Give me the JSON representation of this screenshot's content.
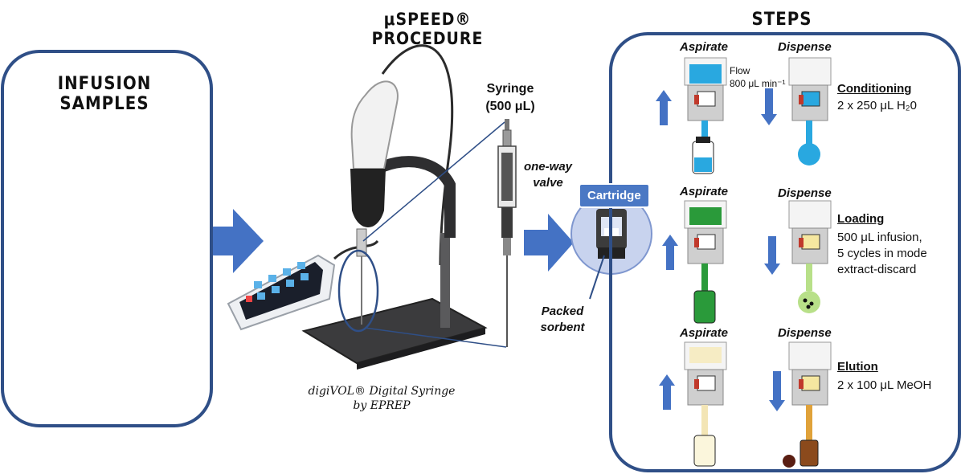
{
  "left_panel": {
    "title_line1": "INFUSION",
    "title_line2": "SAMPLES"
  },
  "center": {
    "title": "μSPEED® PROCEDURE",
    "syringe_label_line1": "Syringe",
    "syringe_label_line2": "(500 μL)",
    "valve_label_line1": "one-way",
    "valve_label_line2": "valve",
    "cartridge_label": "Cartridge",
    "sorbent_label_line1": "Packed",
    "sorbent_label_line2": "sorbent",
    "device_caption_line1": "digiVOL® Digital Syringe",
    "device_caption_line2": "by EPREP"
  },
  "steps_panel": {
    "title": "STEPS",
    "flow_line1": "Flow",
    "flow_line2": "800 μL min⁻¹",
    "rows": [
      {
        "aspirate": "Aspirate",
        "dispense": "Dispense",
        "step": "Conditioning",
        "desc_line1": "2 x 250 μL H₂0",
        "desc_line2": "",
        "desc_line3": ""
      },
      {
        "aspirate": "Aspirate",
        "dispense": "Dispense",
        "step": "Loading",
        "desc_line1": "500 μL infusion,",
        "desc_line2": "5 cycles in mode",
        "desc_line3": "extract-discard"
      },
      {
        "aspirate": "Aspirate",
        "dispense": "Dispense",
        "step": "Elution",
        "desc_line1": "2 x 100 μL MeOH",
        "desc_line2": "",
        "desc_line3": ""
      }
    ]
  },
  "colors": {
    "frame": "#2f4f87",
    "arrow": "#4472c4",
    "icon_blue": "#7f97cf",
    "water": "#29a8e0",
    "green": "#2a9a3a",
    "yellow": "#e8d48a"
  }
}
